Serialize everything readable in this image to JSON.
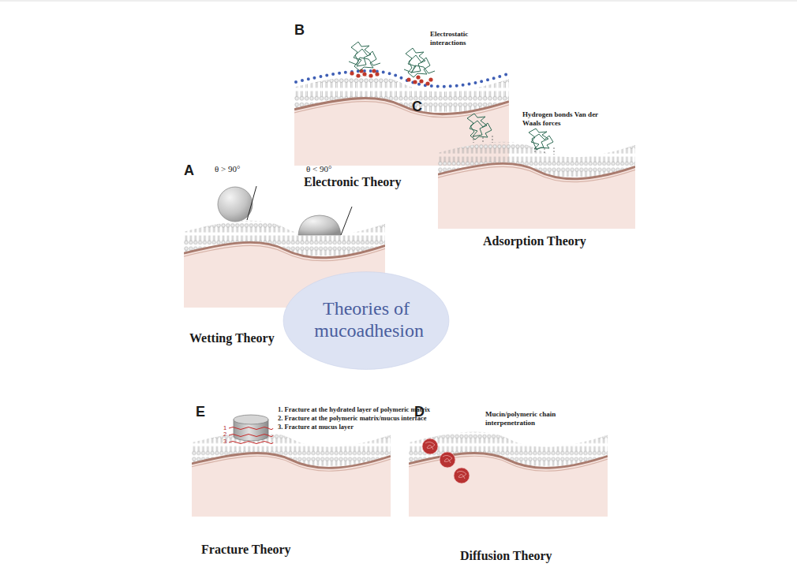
{
  "diagram": {
    "nodes": [
      {
        "text": [
          "Theories of mucoadhesion"
        ]
      }
    ],
    "labels": [
      "A",
      "θ > 90°",
      "θ < 90°",
      "Wetting Theory",
      "B",
      "Electrostatic interactions",
      "Electronic Theory",
      "C",
      "Hydrogen bonds Van der Waals forces",
      "Adsorption Theory",
      "E",
      "1. Fracture at the hydrated layer of polymeric matrix",
      "2. Fracture at the polymeric matrix/mucus interface",
      "3. Fracture at mucus layer",
      "1",
      "2",
      "3",
      "Fracture Theory",
      "D",
      "Mucin/polymeric chain interpenetration",
      "Diffusion Theory"
    ]
  }
}
